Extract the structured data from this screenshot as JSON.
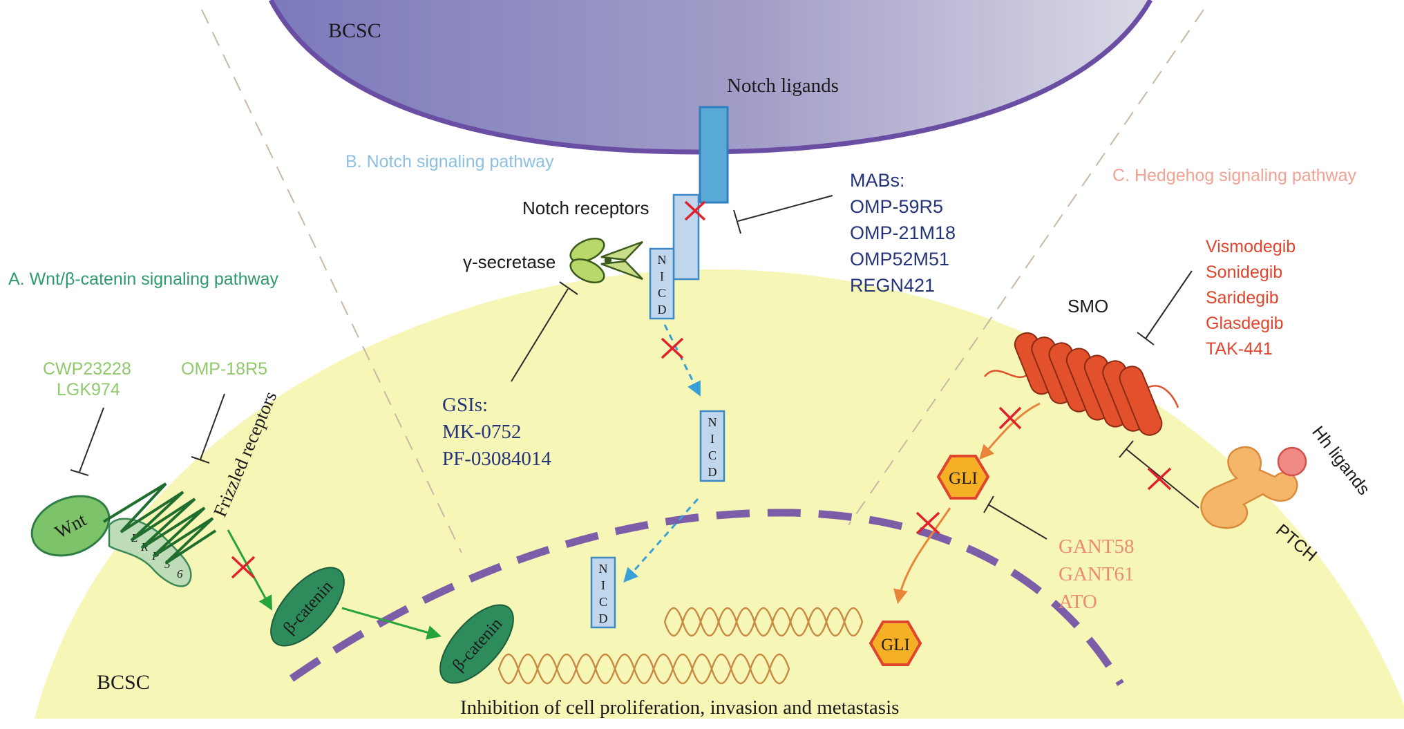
{
  "top_cell_label": "BCSC",
  "bottom_cell_label": "BCSC",
  "bottom_caption": "Inhibition of cell proliferation, invasion and metastasis",
  "notch": {
    "section_title": "B. Notch signaling pathway",
    "ligands_label": "Notch ligands",
    "receptors_label": "Notch receptors",
    "gamma_secretase_label": "γ-secretase",
    "nicd_letters": [
      "N",
      "I",
      "C",
      "D"
    ],
    "mabs_title": "MABs:",
    "mabs": [
      "OMP-59R5",
      "OMP-21M18",
      "OMP52M51",
      "REGN421"
    ],
    "gsis_title": "GSIs:",
    "gsis": [
      "MK-0752",
      "PF-03084014"
    ]
  },
  "wnt": {
    "section_title": "A. Wnt/β-catenin signaling pathway",
    "inhibitors_a": [
      "CWP23228",
      "LGK974"
    ],
    "inhibitor_b": "OMP-18R5",
    "wnt_label": "Wnt",
    "lrp_letters": [
      "L",
      "R",
      "P",
      "5",
      "6"
    ],
    "frizzled_label": "Frizzled receptors",
    "beta_catenin_label": "β-catenin"
  },
  "hedgehog": {
    "section_title": "C. Hedgehog signaling pathway",
    "smo_inhibitors": [
      "Vismodegib",
      "Sonidegib",
      "Saridegib",
      "Glasdegib",
      "TAK-441"
    ],
    "smo_label": "SMO",
    "gli_label": "GLI",
    "gli_inhibitors": [
      "GANT58",
      "GANT61",
      "ATO"
    ],
    "hh_ligands_label": "Hh ligands",
    "ptch_label": "PTCH"
  },
  "colors": {
    "top_cell_dark": "#7e7cbd",
    "top_cell_light": "#d6d6e4",
    "top_cell_border": "#6a4ea3",
    "bottom_cell": "#f6f6b7",
    "nucleus_dash": "#7c5ea8",
    "wnt_green": "#2e8b5c",
    "wnt_light_green": "#8fca6a",
    "notch_title_blue": "#8cc0e0",
    "notch_dark_blue": "#24337a",
    "receptor_blue": "#bfd6ec",
    "receptor_border": "#3d88c6",
    "hedgehog_red": "#e0442c",
    "hedgehog_salmon": "#ee8a74",
    "gli_orange": "#f5b025",
    "ptch_orange": "#f6b66a"
  }
}
